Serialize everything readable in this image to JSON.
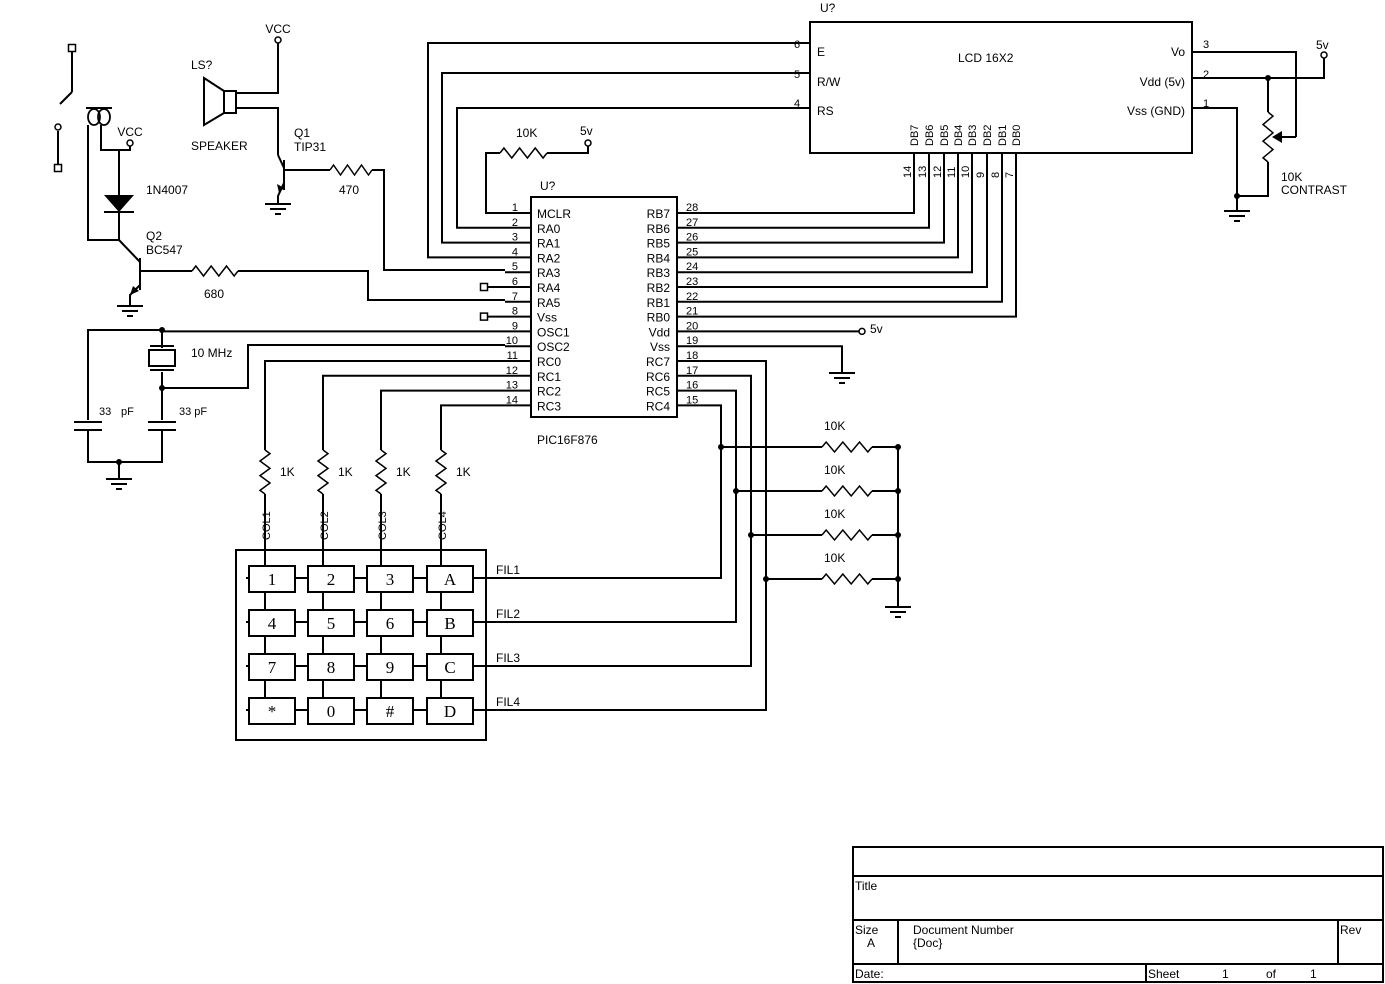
{
  "lcd": {
    "ref": "U?",
    "name": "LCD 16X2",
    "left_pins": [
      {
        "num": "6",
        "name": "E"
      },
      {
        "num": "5",
        "name": "R/W"
      },
      {
        "num": "4",
        "name": "RS"
      }
    ],
    "right_pins": [
      {
        "num": "3",
        "name": "Vo"
      },
      {
        "num": "2",
        "name": "Vdd (5v)"
      },
      {
        "num": "1",
        "name": "Vss (GND)"
      }
    ],
    "data_pins": [
      {
        "num": "14",
        "name": "DB7"
      },
      {
        "num": "13",
        "name": "DB6"
      },
      {
        "num": "12",
        "name": "DB5"
      },
      {
        "num": "11",
        "name": "DB4"
      },
      {
        "num": "10",
        "name": "DB3"
      },
      {
        "num": "9",
        "name": "DB2"
      },
      {
        "num": "8",
        "name": "DB1"
      },
      {
        "num": "7",
        "name": "DB0"
      }
    ]
  },
  "mcu": {
    "ref": "U?",
    "part": "PIC16F876",
    "left_pins": [
      {
        "num": "1",
        "name": "MCLR"
      },
      {
        "num": "2",
        "name": "RA0"
      },
      {
        "num": "3",
        "name": "RA1"
      },
      {
        "num": "4",
        "name": "RA2"
      },
      {
        "num": "5",
        "name": "RA3"
      },
      {
        "num": "6",
        "name": "RA4"
      },
      {
        "num": "7",
        "name": "RA5"
      },
      {
        "num": "8",
        "name": "Vss"
      },
      {
        "num": "9",
        "name": "OSC1"
      },
      {
        "num": "10",
        "name": "OSC2"
      },
      {
        "num": "11",
        "name": "RC0"
      },
      {
        "num": "12",
        "name": "RC1"
      },
      {
        "num": "13",
        "name": "RC2"
      },
      {
        "num": "14",
        "name": "RC3"
      }
    ],
    "right_pins": [
      {
        "num": "28",
        "name": "RB7"
      },
      {
        "num": "27",
        "name": "RB6"
      },
      {
        "num": "26",
        "name": "RB5"
      },
      {
        "num": "25",
        "name": "RB4"
      },
      {
        "num": "24",
        "name": "RB3"
      },
      {
        "num": "23",
        "name": "RB2"
      },
      {
        "num": "22",
        "name": "RB1"
      },
      {
        "num": "21",
        "name": "RB0"
      },
      {
        "num": "20",
        "name": "Vdd"
      },
      {
        "num": "19",
        "name": "Vss"
      },
      {
        "num": "18",
        "name": "RC7"
      },
      {
        "num": "17",
        "name": "RC6"
      },
      {
        "num": "16",
        "name": "RC5"
      },
      {
        "num": "15",
        "name": "RC4"
      }
    ]
  },
  "labels": {
    "vcc": "VCC",
    "five_v": "5v",
    "speaker_ref": "LS?",
    "speaker_name": "SPEAKER",
    "q1_ref": "Q1",
    "q1_part": "TIP31",
    "r_470": "470",
    "diode": "1N4007",
    "q2_ref": "Q2",
    "q2_part": "BC547",
    "r_680": "680",
    "r_mclr": "10K",
    "crystal": "10 MHz",
    "cap1": "33",
    "cap1_unit": "pF",
    "cap2": "33 pF",
    "contrast_value": "10K",
    "contrast_name": "CONTRAST",
    "col_resistor": "1K",
    "row_resistor": "10K"
  },
  "keypad": {
    "columns": [
      "COL1",
      "COL2",
      "COL3",
      "COL4"
    ],
    "rows": [
      "FIL1",
      "FIL2",
      "FIL3",
      "FIL4"
    ],
    "keys": [
      [
        "1",
        "2",
        "3",
        "A"
      ],
      [
        "4",
        "5",
        "6",
        "B"
      ],
      [
        "7",
        "8",
        "9",
        "C"
      ],
      [
        "*",
        "0",
        "#",
        "D"
      ]
    ]
  },
  "title_block": {
    "title_label": "Title",
    "size_label": "Size",
    "size_value": "A",
    "docnum_label": "Document Number",
    "docnum_value": "{Doc}",
    "rev_label": "Rev",
    "date_label": "Date:",
    "sheet_label": "Sheet",
    "sheet_value": "1",
    "of_label": "of",
    "of_value": "1"
  }
}
